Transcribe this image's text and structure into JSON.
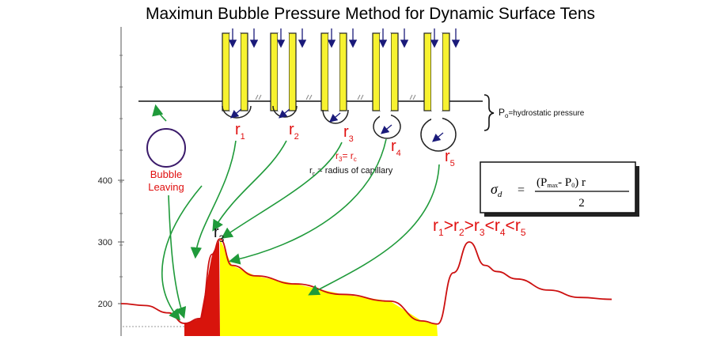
{
  "title": "Maximun Bubble Pressure Method for Dynamic Surface Tens",
  "colors": {
    "tube_fill": "#f7f230",
    "tube_stroke": "#222222",
    "arrow_down": "#1a1a7a",
    "green_arrow": "#1f9a3a",
    "label_red": "#e01010",
    "curve_red": "#cc1010",
    "area_red": "#d8140c",
    "area_yellow": "#ffff00",
    "bubble_outline": "#3a1a6a"
  },
  "labels": {
    "r1": "r",
    "r1_sub": "1",
    "r2": "r",
    "r2_sub": "2",
    "r3": "r",
    "r3_sub": "3",
    "r4": "r",
    "r4_sub": "4",
    "r5": "r",
    "r5_sub": "5",
    "r3_eq_main": "r",
    "r3_eq_sub": "3",
    "r3_eq_mid": "= r",
    "r3_eq_sub2": "c",
    "rc_main": "r",
    "rc_sub": "c",
    "rc_text": " = radius of capillary",
    "p0_main": "P",
    "p0_sub": "o",
    "p0_text": "=hydrostatic pressure",
    "bubble_leaving_1": "Bubble",
    "bubble_leaving_2": "Leaving",
    "peak_r": "r",
    "peak_sub": "3",
    "rel_r1": "r",
    "rel_s1": "1",
    "rel_g1": ">",
    "rel_r2": "r",
    "rel_s2": "2",
    "rel_g2": ">",
    "rel_r3": "r",
    "rel_s3": "3",
    "rel_g3": "<",
    "rel_r4": "r",
    "rel_s4": "4",
    "rel_g4": "<",
    "rel_r5": "r",
    "rel_s5": "5"
  },
  "formula": {
    "sigma": "σ",
    "sigma_sub": "d",
    "equals": "=",
    "num_open": "(P",
    "num_max": "max",
    "num_minus": "-  P",
    "num_zero": "0",
    "num_close": ") r",
    "denominator": "2"
  },
  "chart_data": {
    "type": "line",
    "yticks": [
      200,
      300,
      400
    ],
    "series": [
      {
        "x": [
          0,
          30,
          60,
          80,
          100,
          115,
          125,
          140,
          170,
          220,
          280,
          340,
          380,
          400,
          420,
          440,
          460,
          475,
          500,
          540,
          580,
          620
        ],
        "y": [
          200,
          197,
          185,
          168,
          176,
          280,
          305,
          262,
          245,
          232,
          215,
          204,
          172,
          167,
          250,
          300,
          262,
          252,
          240,
          222,
          210,
          207
        ]
      }
    ]
  }
}
